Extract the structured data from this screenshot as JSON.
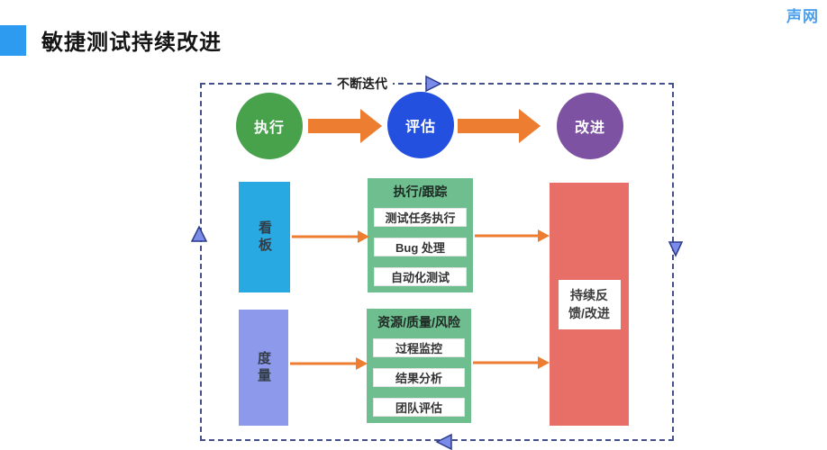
{
  "page": {
    "logo": "声网",
    "title": "敏捷测试持续改进"
  },
  "diagram": {
    "loop_label": "不断迭代",
    "cycle": [
      {
        "label": "执行",
        "color": "#47A24B"
      },
      {
        "label": "评估",
        "color": "#2450DF"
      },
      {
        "label": "改进",
        "color": "#7D52A3"
      }
    ],
    "kanban": {
      "label": "看板",
      "color": "#29A9E1"
    },
    "metrics": {
      "label": "度量",
      "color": "#8D9AEC"
    },
    "panel_track": {
      "header": "执行/跟踪",
      "rows": [
        "测试任务执行",
        "Bug 处理",
        "自动化测试"
      ]
    },
    "panel_quality": {
      "header": "资源/质量/风险",
      "rows": [
        "过程监控",
        "结果分析",
        "团队评估"
      ]
    },
    "feedback": {
      "lines": [
        "持续反",
        "馈/改进"
      ],
      "color": "#E86F68"
    }
  },
  "colors": {
    "arrow": "#ED7D31",
    "triangle_fill": "#7B8CE8",
    "triangle_stroke": "#2B3A8C",
    "dashed_border": "#454F8C",
    "title_accent": "#2D9BF0",
    "logo_blue": "#4A9FEC",
    "panel_green": "#6FBE90"
  }
}
